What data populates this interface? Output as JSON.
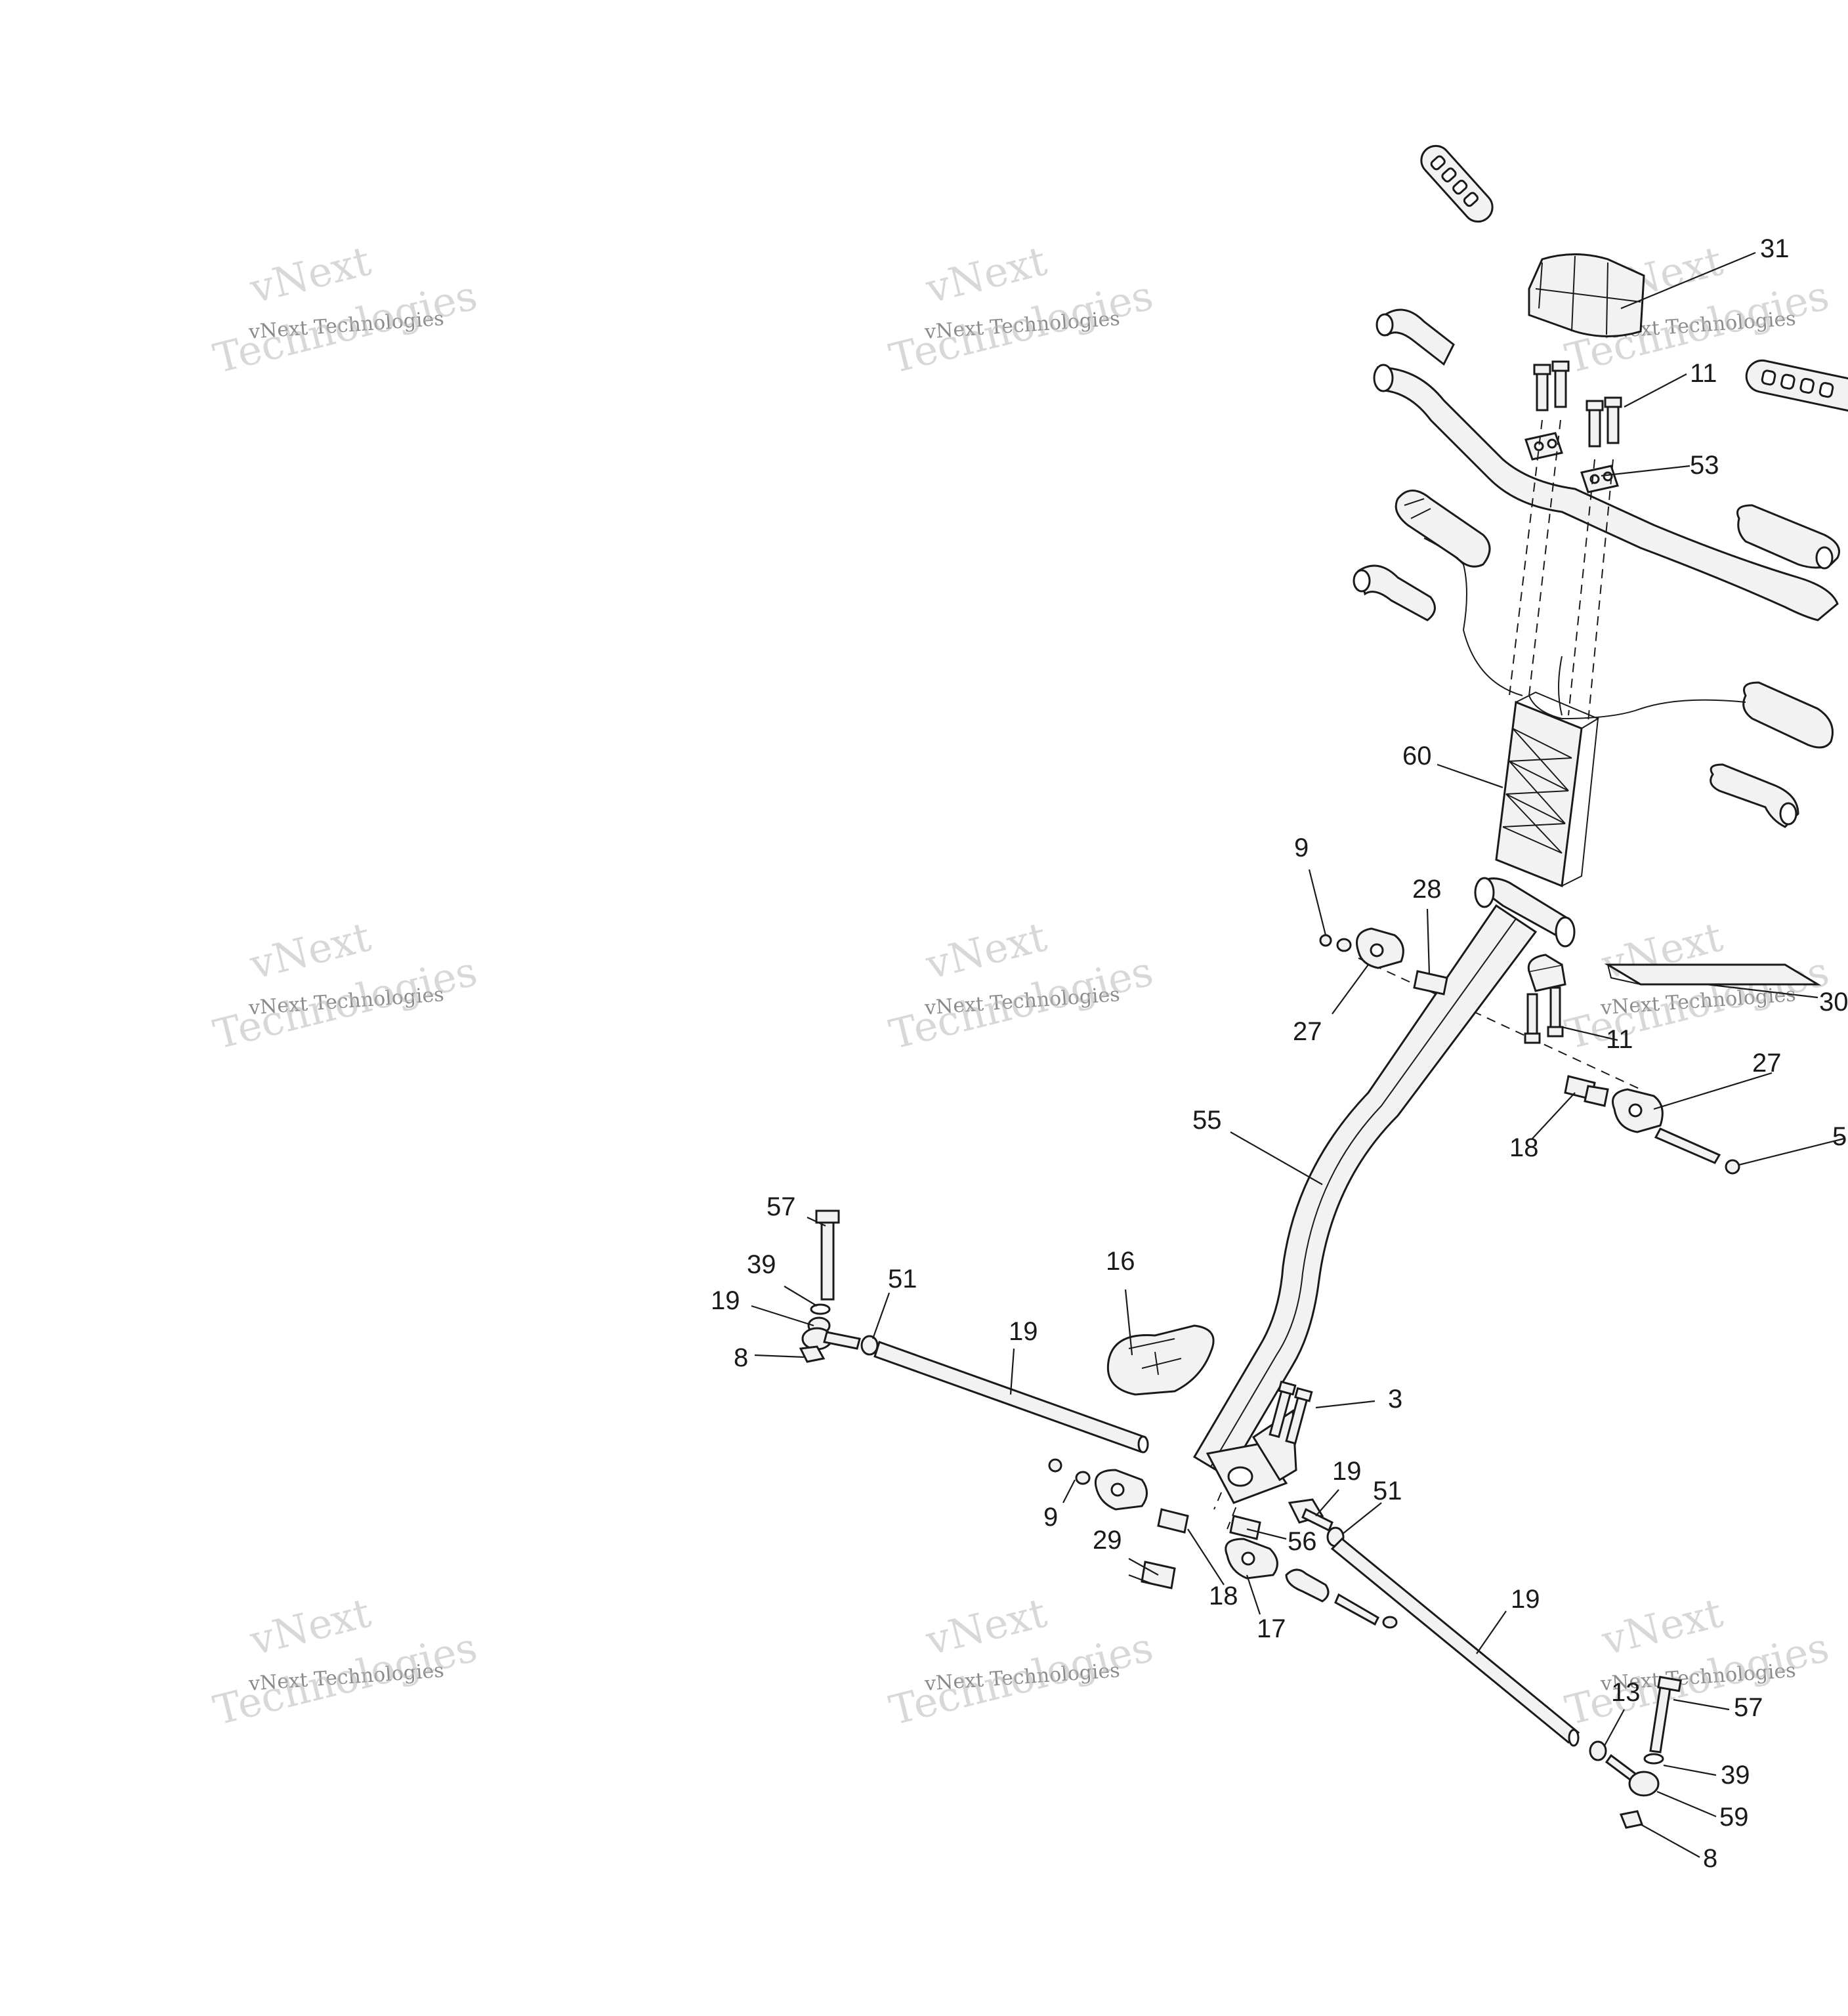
{
  "watermark": {
    "line1": "vNext",
    "line2": "vNext Technologies",
    "line3": "Technologies"
  },
  "callouts": [
    "31",
    "11",
    "53",
    "60",
    "9",
    "28",
    "27",
    "11",
    "27",
    "18",
    "55",
    "57",
    "39",
    "51",
    "19",
    "19",
    "8",
    "16",
    "3",
    "9",
    "19",
    "51",
    "29",
    "56",
    "18",
    "17",
    "19",
    "13",
    "57",
    "39",
    "59",
    "8",
    "30",
    "5"
  ]
}
